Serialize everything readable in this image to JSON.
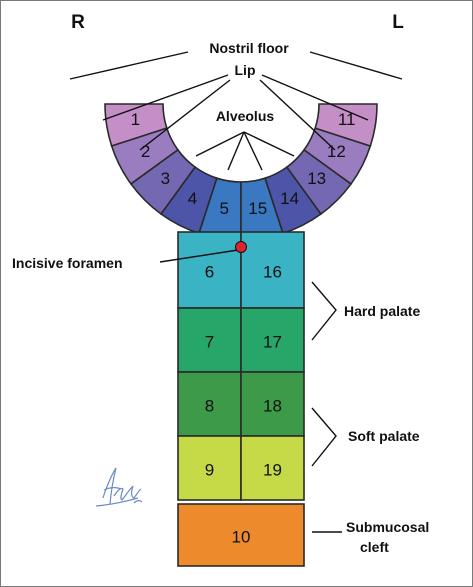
{
  "side_labels": {
    "right": "R",
    "left": "L"
  },
  "labels": {
    "nostril_floor": "Nostril floor",
    "lip": "Lip",
    "alveolus": "Alveolus",
    "incisive_foramen": "Incisive foramen",
    "hard_palate": "Hard palate",
    "soft_palate": "Soft palate",
    "submucosal_cleft_line1": "Submucosal",
    "submucosal_cleft_line2": "cleft"
  },
  "arch_segments": [
    {
      "label": "1",
      "color": "#c48fc6"
    },
    {
      "label": "2",
      "color": "#9a7cc0"
    },
    {
      "label": "3",
      "color": "#7468b2"
    },
    {
      "label": "4",
      "color": "#4c55a8"
    },
    {
      "label": "5",
      "color": "#3a78c2"
    },
    {
      "label": "15",
      "color": "#3a78c2"
    },
    {
      "label": "14",
      "color": "#4c55a8"
    },
    {
      "label": "13",
      "color": "#7468b2"
    },
    {
      "label": "12",
      "color": "#9a7cc0"
    },
    {
      "label": "11",
      "color": "#c48fc6"
    }
  ],
  "palate_cells": [
    {
      "left": "6",
      "right": "16",
      "color": "#3ab3c4"
    },
    {
      "left": "7",
      "right": "17",
      "color": "#27a66a"
    },
    {
      "left": "8",
      "right": "18",
      "color": "#3c9a48"
    },
    {
      "left": "9",
      "right": "19",
      "color": "#c6da48"
    }
  ],
  "submucosal_cell": {
    "label": "10",
    "color": "#ec8a2c"
  },
  "foramen_color": "#e0242b"
}
